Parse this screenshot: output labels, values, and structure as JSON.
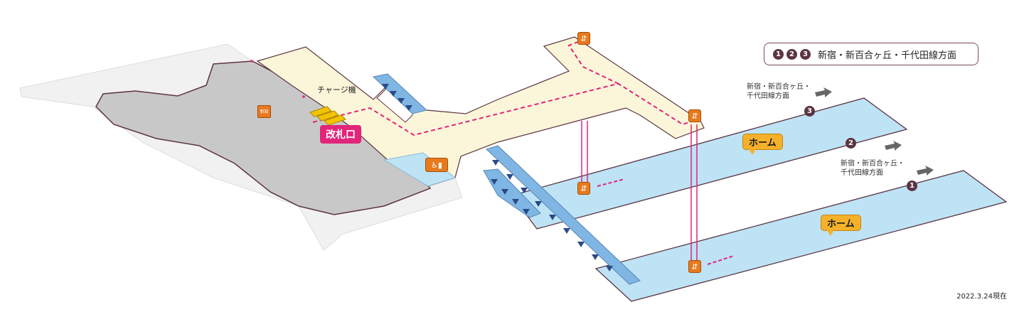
{
  "legend": {
    "numbers": [
      "1",
      "2",
      "3"
    ],
    "text": "新宿・新百合ヶ丘・千代田線方面"
  },
  "labels": {
    "charge_machine": "チャージ機",
    "ticket_gate": "改札口",
    "platform": "ホーム",
    "dest_upper_line1": "新宿・新百合ヶ丘・",
    "dest_upper_line2": "千代田線方面",
    "dest_lower_line1": "新宿・新百合ヶ丘・",
    "dest_lower_line2": "千代田線方面",
    "shop_icon_text": "新知",
    "as_of_date": "2022.3.24現在"
  },
  "platform_numbers": {
    "upper_a": "3",
    "upper_b": "2",
    "lower": "1"
  },
  "icons": {
    "stairs": "stairs-icon",
    "accessibility": "wheelchair-restroom-icon",
    "arrow": "direction-arrow-icon",
    "shop": "shop-icon"
  },
  "colors": {
    "concourse": "#fbf6d9",
    "platform": "#bde3f5",
    "building_gray": "#c8c8c8",
    "route_pink": "#e2247a",
    "gate_yellow": "#f4c300",
    "badge_maroon": "#5c3442",
    "label_orange": "#f5b12a"
  }
}
